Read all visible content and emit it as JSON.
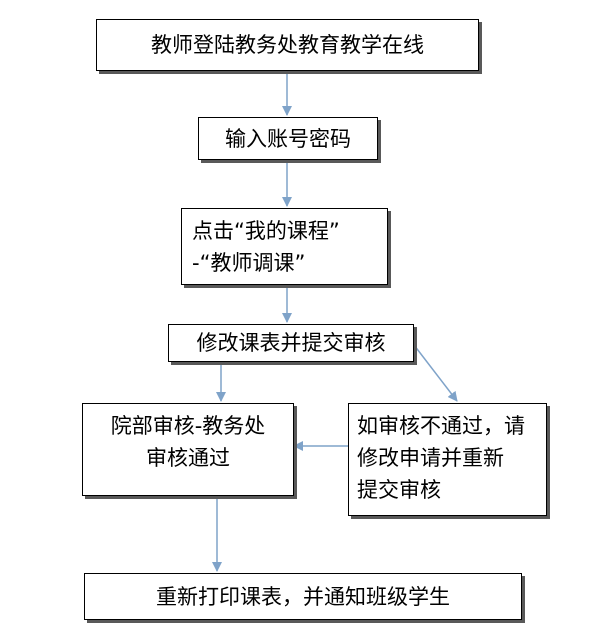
{
  "flowchart": {
    "step1": "教师登陆教务处教育教学在线",
    "step2": "输入账号密码",
    "step3_line1": "点击“我的课程”",
    "step3_line2": "-“教师调课”",
    "step4": "修改课表并提交审核",
    "step5_line1": "院部审核-教务处",
    "step5_line2": "审核通过",
    "step6_line1": "如审核不通过，请",
    "step6_line2": "修改申请并重新",
    "step6_line3": "提交审核",
    "step7": "重新打印课表，并通知班级学生",
    "arrow_color": "#7fa3c9"
  }
}
